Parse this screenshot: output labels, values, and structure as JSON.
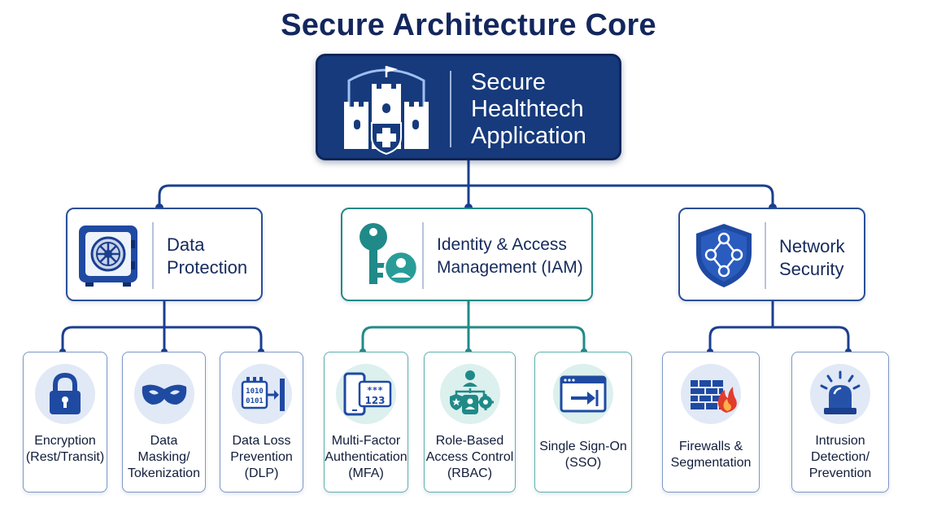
{
  "title": "Secure Architecture Core",
  "root": {
    "label_lines": [
      "Secure",
      "Healthtech",
      "Application"
    ]
  },
  "categories": [
    {
      "label_lines": [
        "Data",
        "Protection"
      ]
    },
    {
      "label_lines": [
        "Identity & Access",
        "Management (IAM)"
      ]
    },
    {
      "label_lines": [
        "Network",
        "Security"
      ]
    }
  ],
  "leaves": [
    {
      "label_lines": [
        "Encryption",
        "(Rest/Transit)"
      ]
    },
    {
      "label_lines": [
        "Data",
        "Masking/",
        "Tokenization"
      ]
    },
    {
      "label_lines": [
        "Data Loss",
        "Prevention",
        "(DLP)"
      ]
    },
    {
      "label_lines": [
        "Multi-Factor",
        "Authentication",
        "(MFA)"
      ]
    },
    {
      "label_lines": [
        "Role-Based",
        "Access Control",
        "(RBAC)"
      ]
    },
    {
      "label_lines": [
        "Single Sign-On",
        "(SSO)"
      ]
    },
    {
      "label_lines": [
        "Firewalls &",
        "Segmentation"
      ]
    },
    {
      "label_lines": [
        "Intrusion",
        "Detection/",
        "Prevention"
      ]
    }
  ],
  "icons": {
    "root": "castle-shield-icon",
    "data_protection": "vault-icon",
    "iam": "key-user-icon",
    "network": "network-shield-icon",
    "encryption": "padlock-icon",
    "masking": "mask-icon",
    "dlp": "binary-data-icon",
    "mfa": "phone-code-icon",
    "rbac": "role-hierarchy-icon",
    "sso": "login-window-icon",
    "firewall": "firewall-icon",
    "ids": "siren-icon"
  },
  "icon_glyphs": {
    "binary_a": "1010",
    "binary_b": "0101",
    "mfa_stars": "***",
    "mfa_code": "123"
  },
  "colors": {
    "title": "#13275e",
    "root_fill": "#163a7c",
    "navy": "#1b3f8f",
    "blue_icon": "#2552a8",
    "teal": "#238a87",
    "teal_icon": "#1f8a88",
    "light_blue_circle": "#e1e9f6",
    "light_teal_circle": "#dcf0ee",
    "firewall_red": "#e23c2c"
  }
}
